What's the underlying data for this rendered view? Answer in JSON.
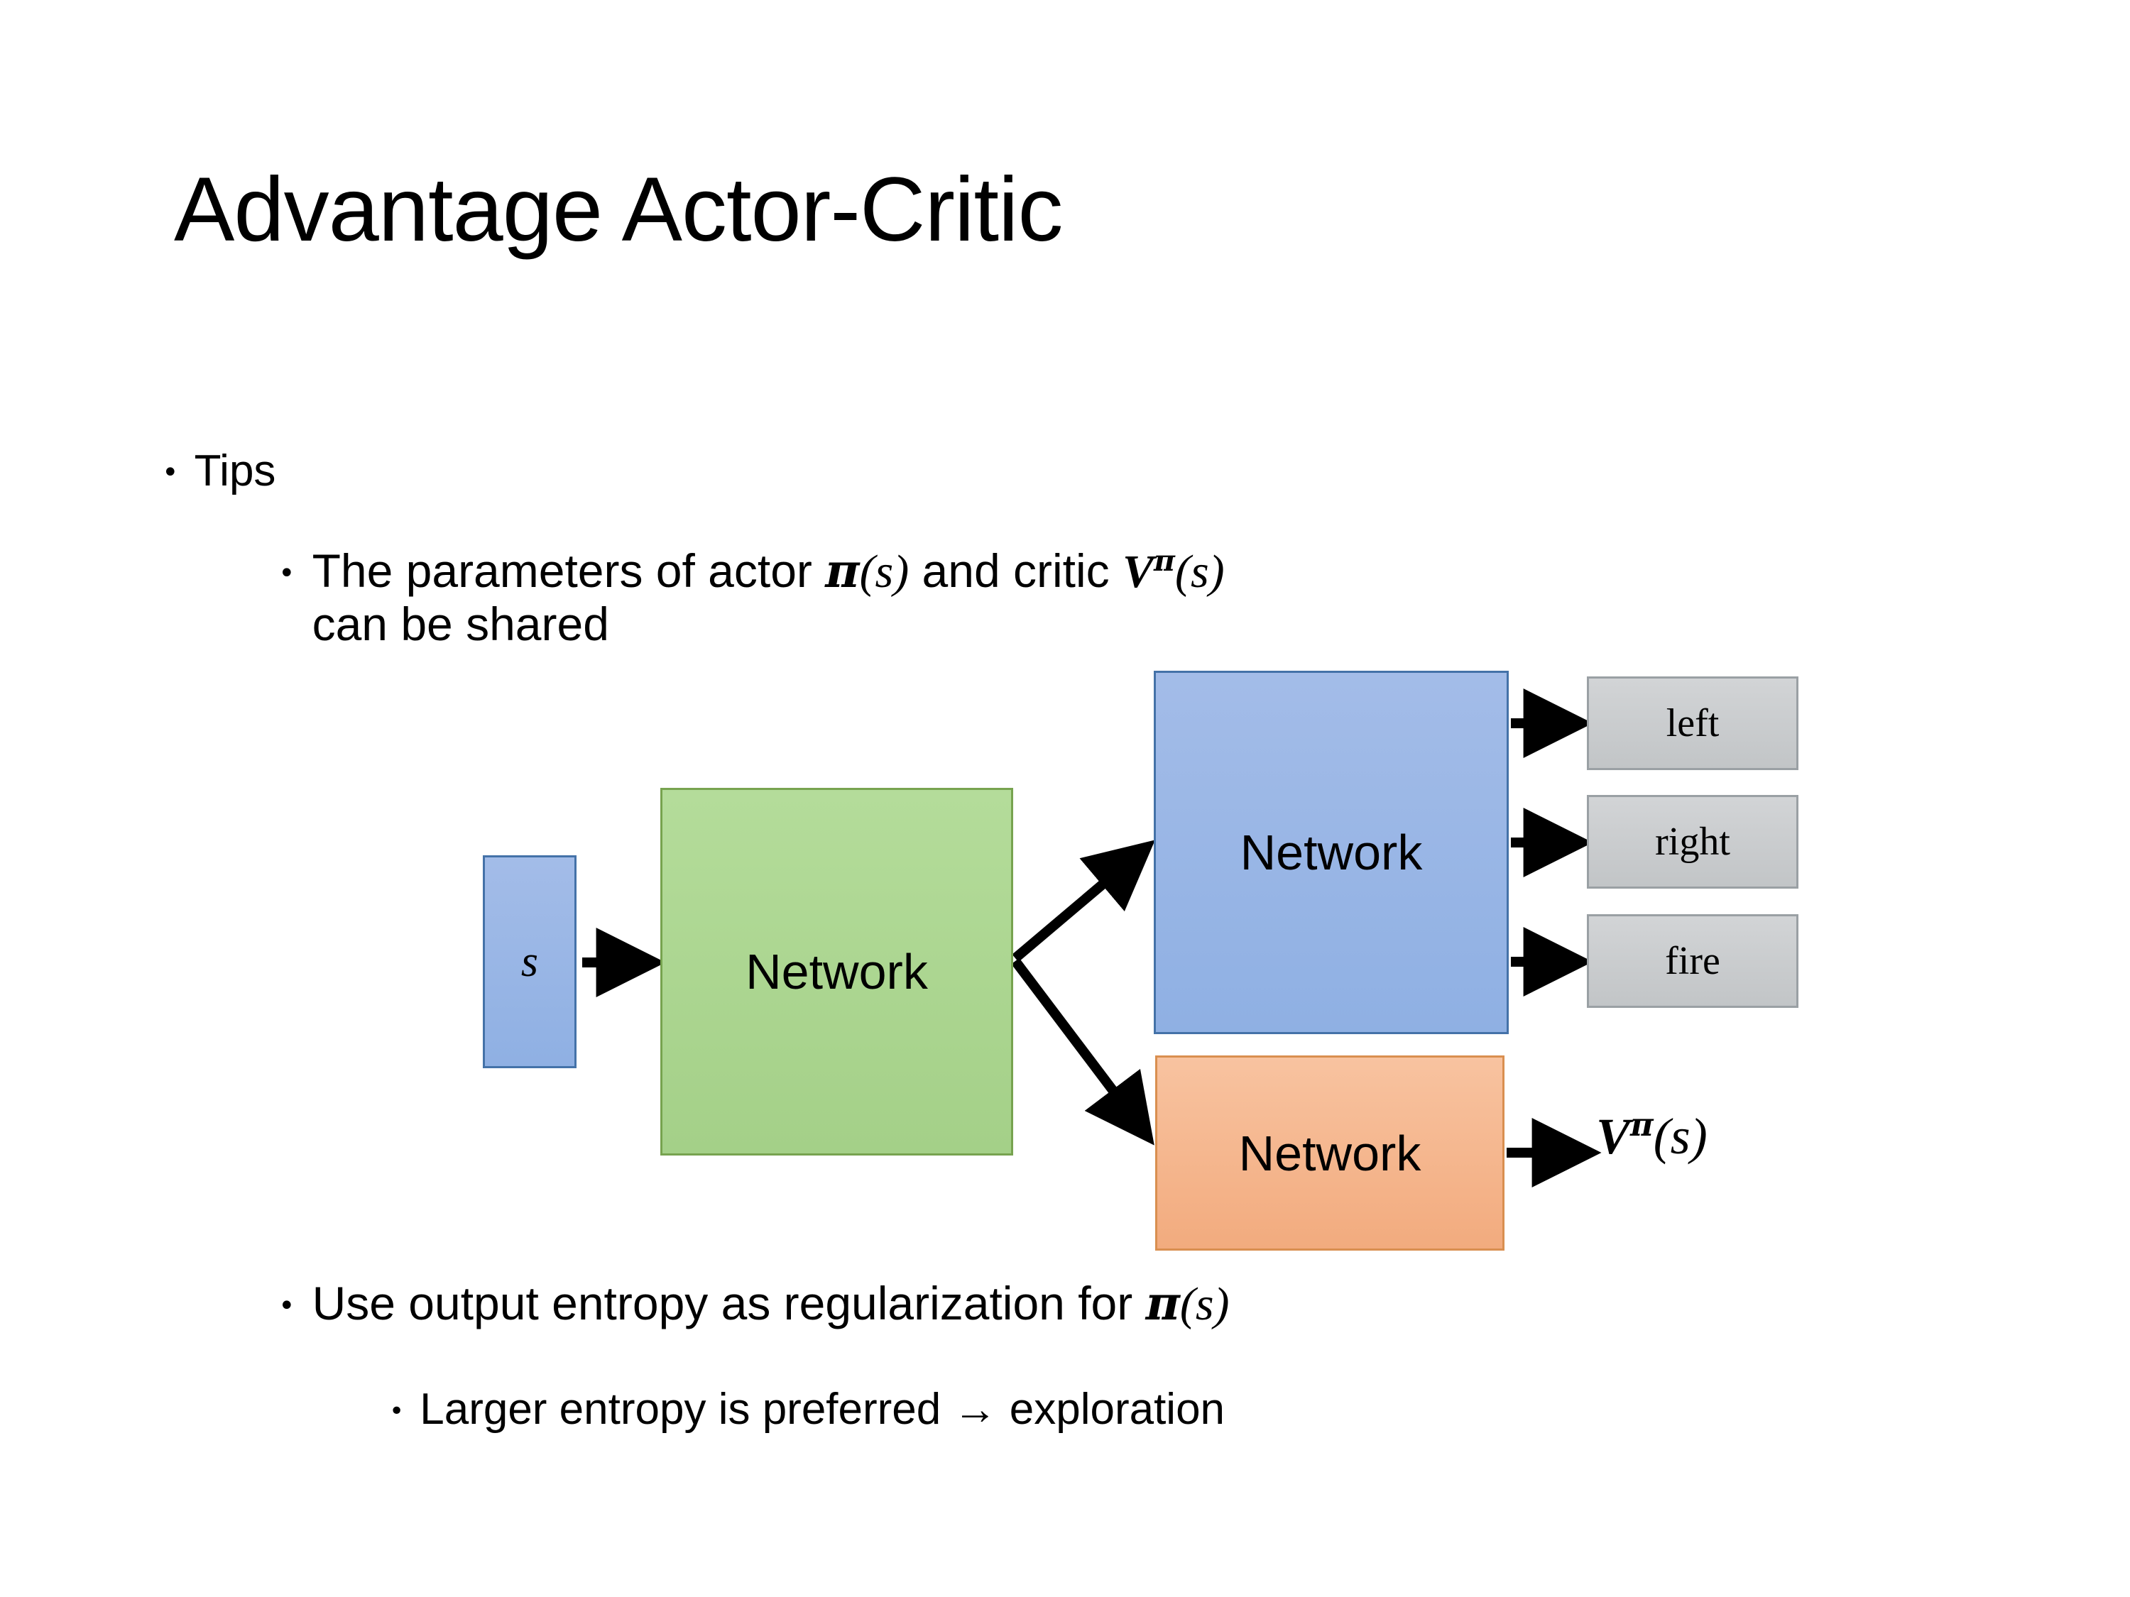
{
  "slide": {
    "title": "Advantage Actor-Critic",
    "background_color": "#ffffff"
  },
  "bullets": {
    "tips_label": "Tips",
    "params_line": {
      "prefix": "The parameters of actor ",
      "actor_symbol": "π",
      "actor_arg": "(s)",
      "middle": "  and critic ",
      "critic_symbol": "V",
      "critic_sup": "π",
      "critic_arg": "(s)",
      "wrap": "can be shared"
    },
    "entropy_line": {
      "prefix": "Use output entropy as regularization for ",
      "policy_symbol": "π",
      "policy_arg": "(s)"
    },
    "larger_entropy_line": "Larger entropy is preferred → exploration",
    "bullet_glyph_level1": "•",
    "bullet_glyph_level2": "•",
    "bullet_glyph_level3": "•"
  },
  "diagram": {
    "state_box": {
      "label": "s",
      "fill_color": "#95b3e7",
      "border_color": "#4472a8"
    },
    "shared_network_box": {
      "label": "Network",
      "fill_color": "#a9d18e",
      "border_color": "#77a34f"
    },
    "actor_network_box": {
      "label": "Network",
      "fill_color": "#95b3e7",
      "border_color": "#4472a8"
    },
    "critic_network_box": {
      "label": "Network",
      "fill_color": "#f4b183",
      "border_color": "#d98f50"
    },
    "action_outputs": [
      {
        "label": "left",
        "fill_color": "#c9ccce",
        "border_color": "#9aa0a4"
      },
      {
        "label": "right",
        "fill_color": "#c9ccce",
        "border_color": "#9aa0a4"
      },
      {
        "label": "fire",
        "fill_color": "#c9ccce",
        "border_color": "#9aa0a4"
      }
    ],
    "value_output": {
      "symbol": "V",
      "superscript": "π",
      "argument": "(s)"
    },
    "arrow_color": "#000000"
  }
}
